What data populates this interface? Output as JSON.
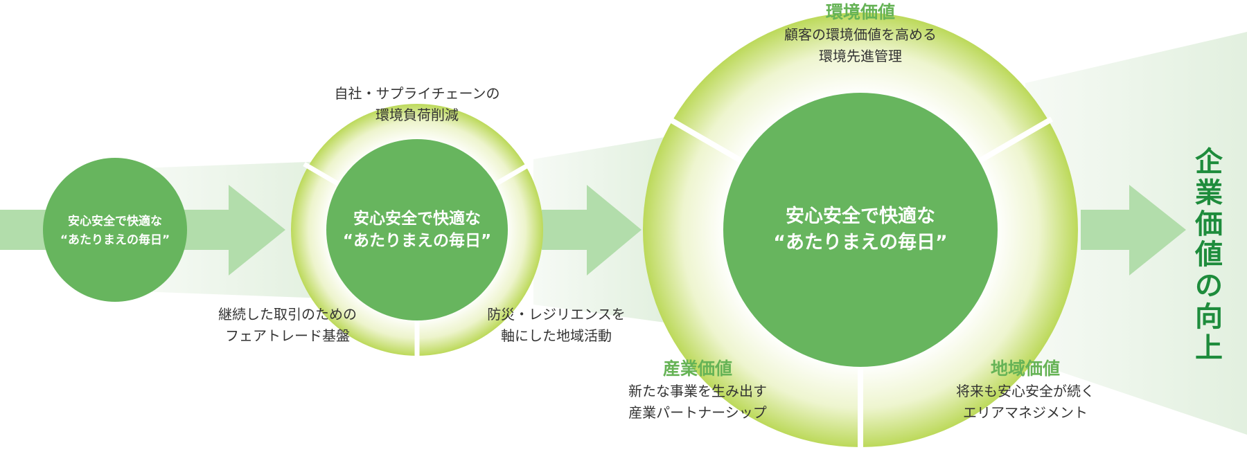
{
  "colors": {
    "core_green": "#67b55e",
    "ring_outer": "#bcd95a",
    "ring_inner": "#ffffff",
    "arrow": "#b2ddab",
    "band": "#e4f1e1",
    "title_green": "#66b356",
    "corporate_value": "#1e8c3c",
    "text": "#333333"
  },
  "stage1": {
    "core_line1": "安心安全で快適な",
    "core_line2": "“あたりまえの毎日”"
  },
  "stage2": {
    "core_line1": "安心安全で快適な",
    "core_line2": "“あたりまえの毎日”",
    "top_line1": "自社・サプライチェーンの",
    "top_line2": "環境負荷削減",
    "left_line1": "継続した取引のための",
    "left_line2": "フェアトレード基盤",
    "right_line1": "防災・レジリエンスを",
    "right_line2": "軸にした地域活動"
  },
  "stage3": {
    "core_line1": "安心安全で快適な",
    "core_line2": "“あたりまえの毎日”",
    "environment": {
      "title": "環境価値",
      "line1": "顧客の環境価値を高める",
      "line2": "環境先進管理"
    },
    "industry": {
      "title": "産業価値",
      "line1": "新たな事業を生み出す",
      "line2": "産業パートナーシップ"
    },
    "community": {
      "title": "地域価値",
      "line1": "将来も安心安全が続く",
      "line2": "エリアマネジメント"
    }
  },
  "corporate_value": {
    "chars": [
      "企",
      "業",
      "価",
      "値",
      "の",
      "向",
      "上"
    ]
  }
}
